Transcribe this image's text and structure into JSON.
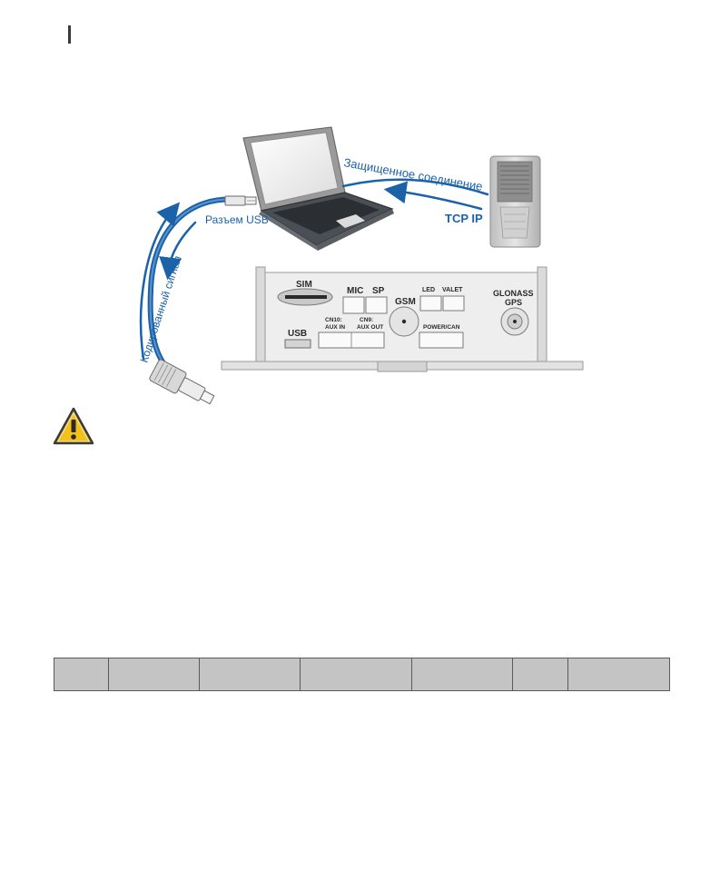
{
  "labels": {
    "secure_connection": "Защищенное соединение",
    "tcp_ip": "TCP IP",
    "usb_connector": "Разъем USB",
    "coded_signal": "Кодированный сигнал"
  },
  "device_ports": {
    "sim": "SIM",
    "mic": "MIC",
    "sp": "SP",
    "led": "LED",
    "valet": "VALET",
    "gsm": "GSM",
    "glonass": "GLONASS",
    "gps": "GPS",
    "usb": "USB",
    "cn10": "CN10:",
    "aux_in": "AUX IN",
    "cn9": "CN9:",
    "aux_out": "AUX OUT",
    "power_can": "POWER/CAN"
  },
  "table": {
    "columns": [
      "",
      "",
      "",
      "",
      "",
      "",
      ""
    ]
  }
}
